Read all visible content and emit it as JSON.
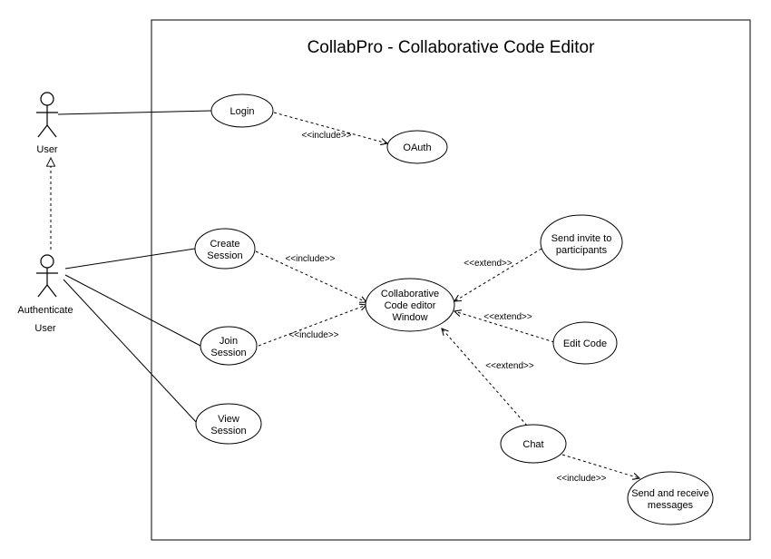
{
  "diagram": {
    "title": "CollabPro - Collaborative Code Editor",
    "actors": {
      "user": [
        "User"
      ],
      "authenticated_user": [
        "Authenticate",
        "User"
      ]
    },
    "use_cases": {
      "login": [
        "Login"
      ],
      "oauth": [
        "OAuth"
      ],
      "create_session": [
        "Create",
        "Session"
      ],
      "join_session": [
        "Join",
        "Session"
      ],
      "view_session": [
        "View",
        "Session"
      ],
      "editor_window": [
        "Collaborative",
        "Code editor",
        "Window"
      ],
      "send_invite": [
        "Send invite to",
        "participants"
      ],
      "edit_code": [
        "Edit Code"
      ],
      "chat": [
        "Chat"
      ],
      "send_receive": [
        "Send and receive",
        "messages"
      ]
    },
    "relationship_labels": {
      "login_oauth": "<<include>>",
      "create_editor": "<<include>>",
      "join_editor": "<<include>>",
      "invite_editor": "<<extend>>",
      "edit_editor": "<<extend>>",
      "chat_editor": "<<extend>>",
      "chat_send": "<<include>>"
    }
  }
}
